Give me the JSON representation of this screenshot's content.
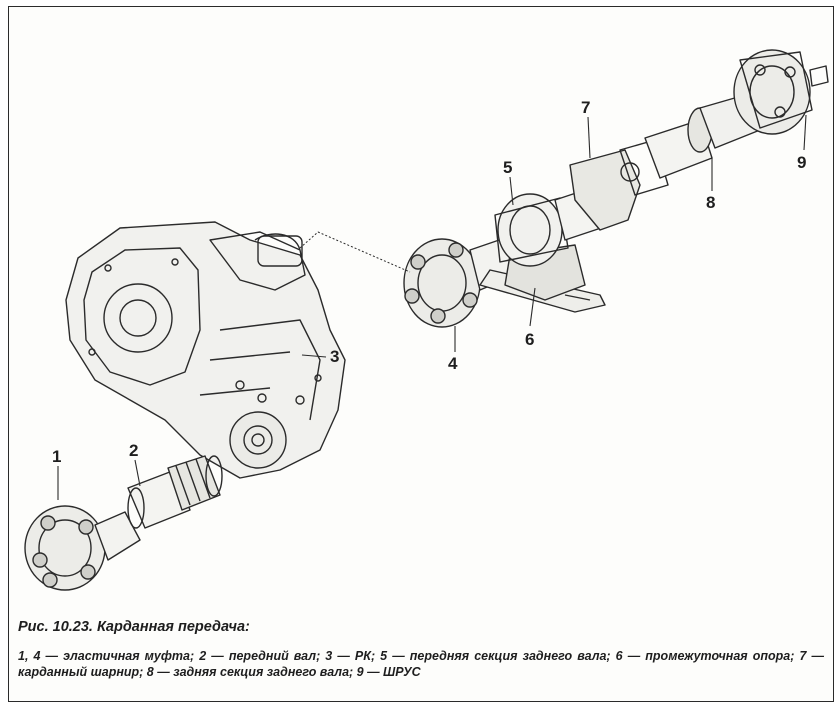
{
  "diagram": {
    "callouts": [
      "1",
      "2",
      "3",
      "4",
      "5",
      "6",
      "7",
      "8",
      "9"
    ]
  },
  "caption": {
    "title": "Рис. 10.23. Карданная передача:",
    "text": "1, 4 — эластичная муфта; 2 — передний вал; 3 — РК; 5 — передняя секция заднего вала; 6 — промежуточная опора; 7 — карданный шарнир; 8 — задняя секция заднего вала; 9 — ШРУС"
  }
}
